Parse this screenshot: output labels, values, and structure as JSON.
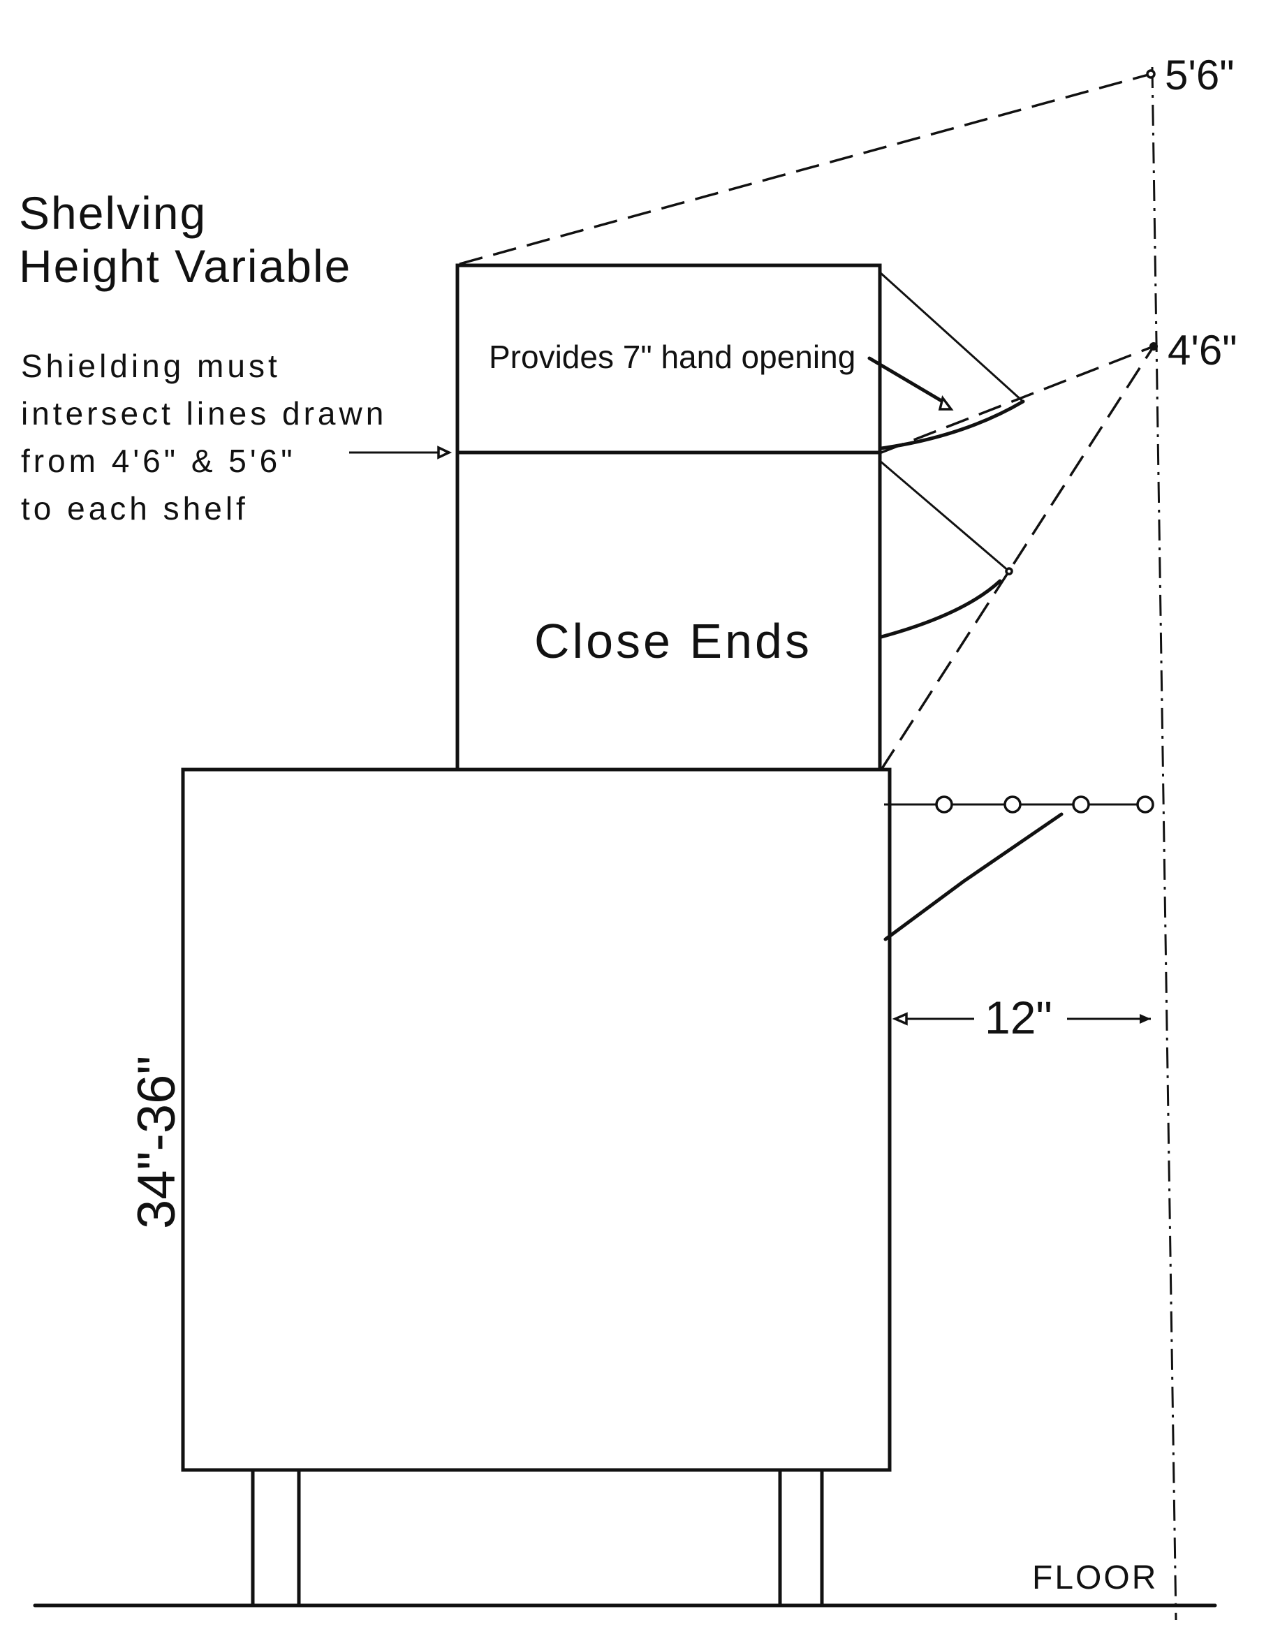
{
  "heading": {
    "line1": "Shelving",
    "line2": "Height Variable"
  },
  "note": {
    "line1": "Shielding must",
    "line2": "intersect lines drawn",
    "line3": "from 4'6\" & 5'6\"",
    "line4": "to each shelf"
  },
  "labels": {
    "hand_opening": "Provides 7\" hand opening",
    "close_ends": "Close Ends",
    "height_5_6": "5'6\"",
    "height_4_6": "4'6\"",
    "distance_12": "12\"",
    "counter_height": "34\"-36\"",
    "floor": "FLOOR"
  }
}
